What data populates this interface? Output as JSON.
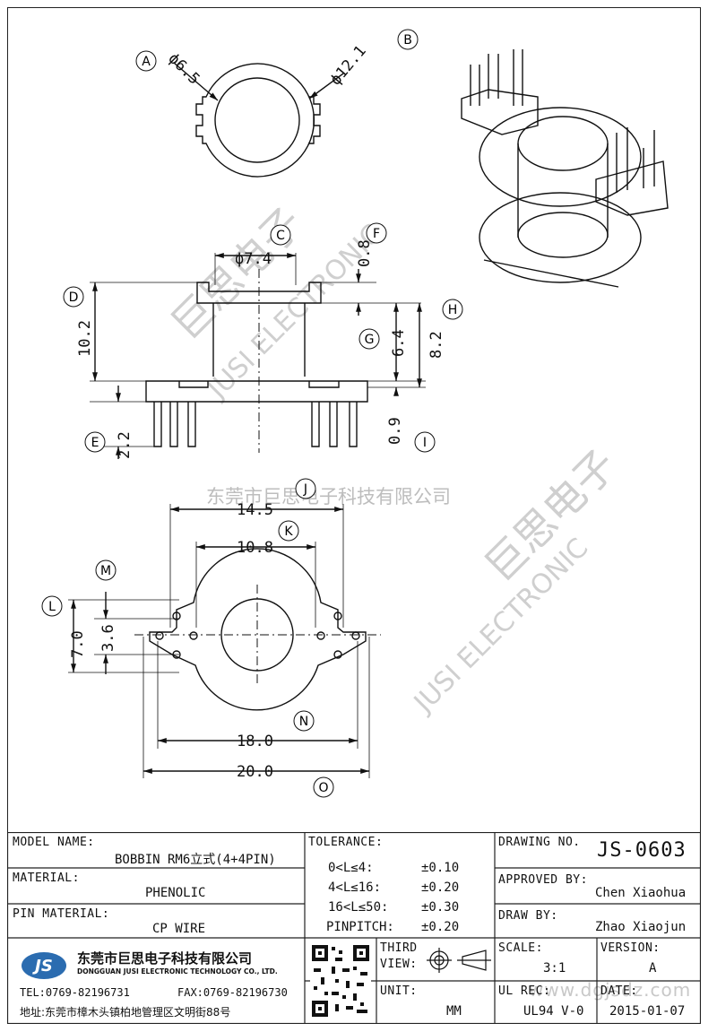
{
  "watermark": {
    "company_cn": "东莞市巨思电子科技有限公司",
    "brand_cn": "巨思电子",
    "brand_en": "JUSI ELECTRONIC",
    "site": "www.dgjsdz.com"
  },
  "callouts": [
    "A",
    "B",
    "C",
    "D",
    "E",
    "F",
    "G",
    "H",
    "I",
    "J",
    "K",
    "L",
    "M",
    "N",
    "O"
  ],
  "dimensions": {
    "A": "ϕ6.5",
    "B": "ϕ12.1",
    "C": "ϕ7.4",
    "D": "10.2",
    "E": "2.2",
    "F": "0.8",
    "G": "6.4",
    "H": "8.2",
    "I": "0.9",
    "J": "14.5",
    "K": "10.8",
    "L": "7.0",
    "M": "3.6",
    "N": "18.0",
    "O": "20.0"
  },
  "title_block": {
    "model_name_label": "MODEL NAME:",
    "model_name": "BOBBIN RM6立式(4+4PIN)",
    "material_label": "MATERIAL:",
    "material": "PHENOLIC",
    "pin_material_label": "PIN MATERIAL:",
    "pin_material": "CP WIRE",
    "tolerance_label": "TOLERANCE:",
    "tolerances": [
      {
        "range": "0<L≤4:",
        "value": "±0.10"
      },
      {
        "range": "4<L≤16:",
        "value": "±0.20"
      },
      {
        "range": "16<L≤50:",
        "value": "±0.30"
      },
      {
        "range": "PINPITCH:",
        "value": "±0.20"
      }
    ],
    "drawing_no_label": "DRAWING NO.",
    "drawing_no": "JS-0603",
    "approved_by_label": "APPROVED BY:",
    "approved_by": "Chen Xiaohua",
    "draw_by_label": "DRAW BY:",
    "draw_by": "Zhao Xiaojun",
    "third_view_label_1": "THIRD",
    "third_view_label_2": "VIEW:",
    "unit_label": "UNIT:",
    "unit": "MM",
    "scale_label": "SCALE:",
    "scale": "3:1",
    "version_label": "VERSION:",
    "version": "A",
    "ul_rec_label": "UL REC:",
    "ul_rec": "UL94 V-0",
    "date_label": "DATE:",
    "date": "2015-01-07"
  },
  "company": {
    "logo": "JS",
    "name_cn": "东莞市巨思电子科技有限公司",
    "name_en": "DONGGUAN JUSI ELECTRONIC TECHNOLOGY CO., LTD.",
    "tel": "TEL:0769-82196731",
    "fax": "FAX:0769-82196730",
    "address": "地址:东莞市樟木头镇柏地管理区文明街88号"
  }
}
